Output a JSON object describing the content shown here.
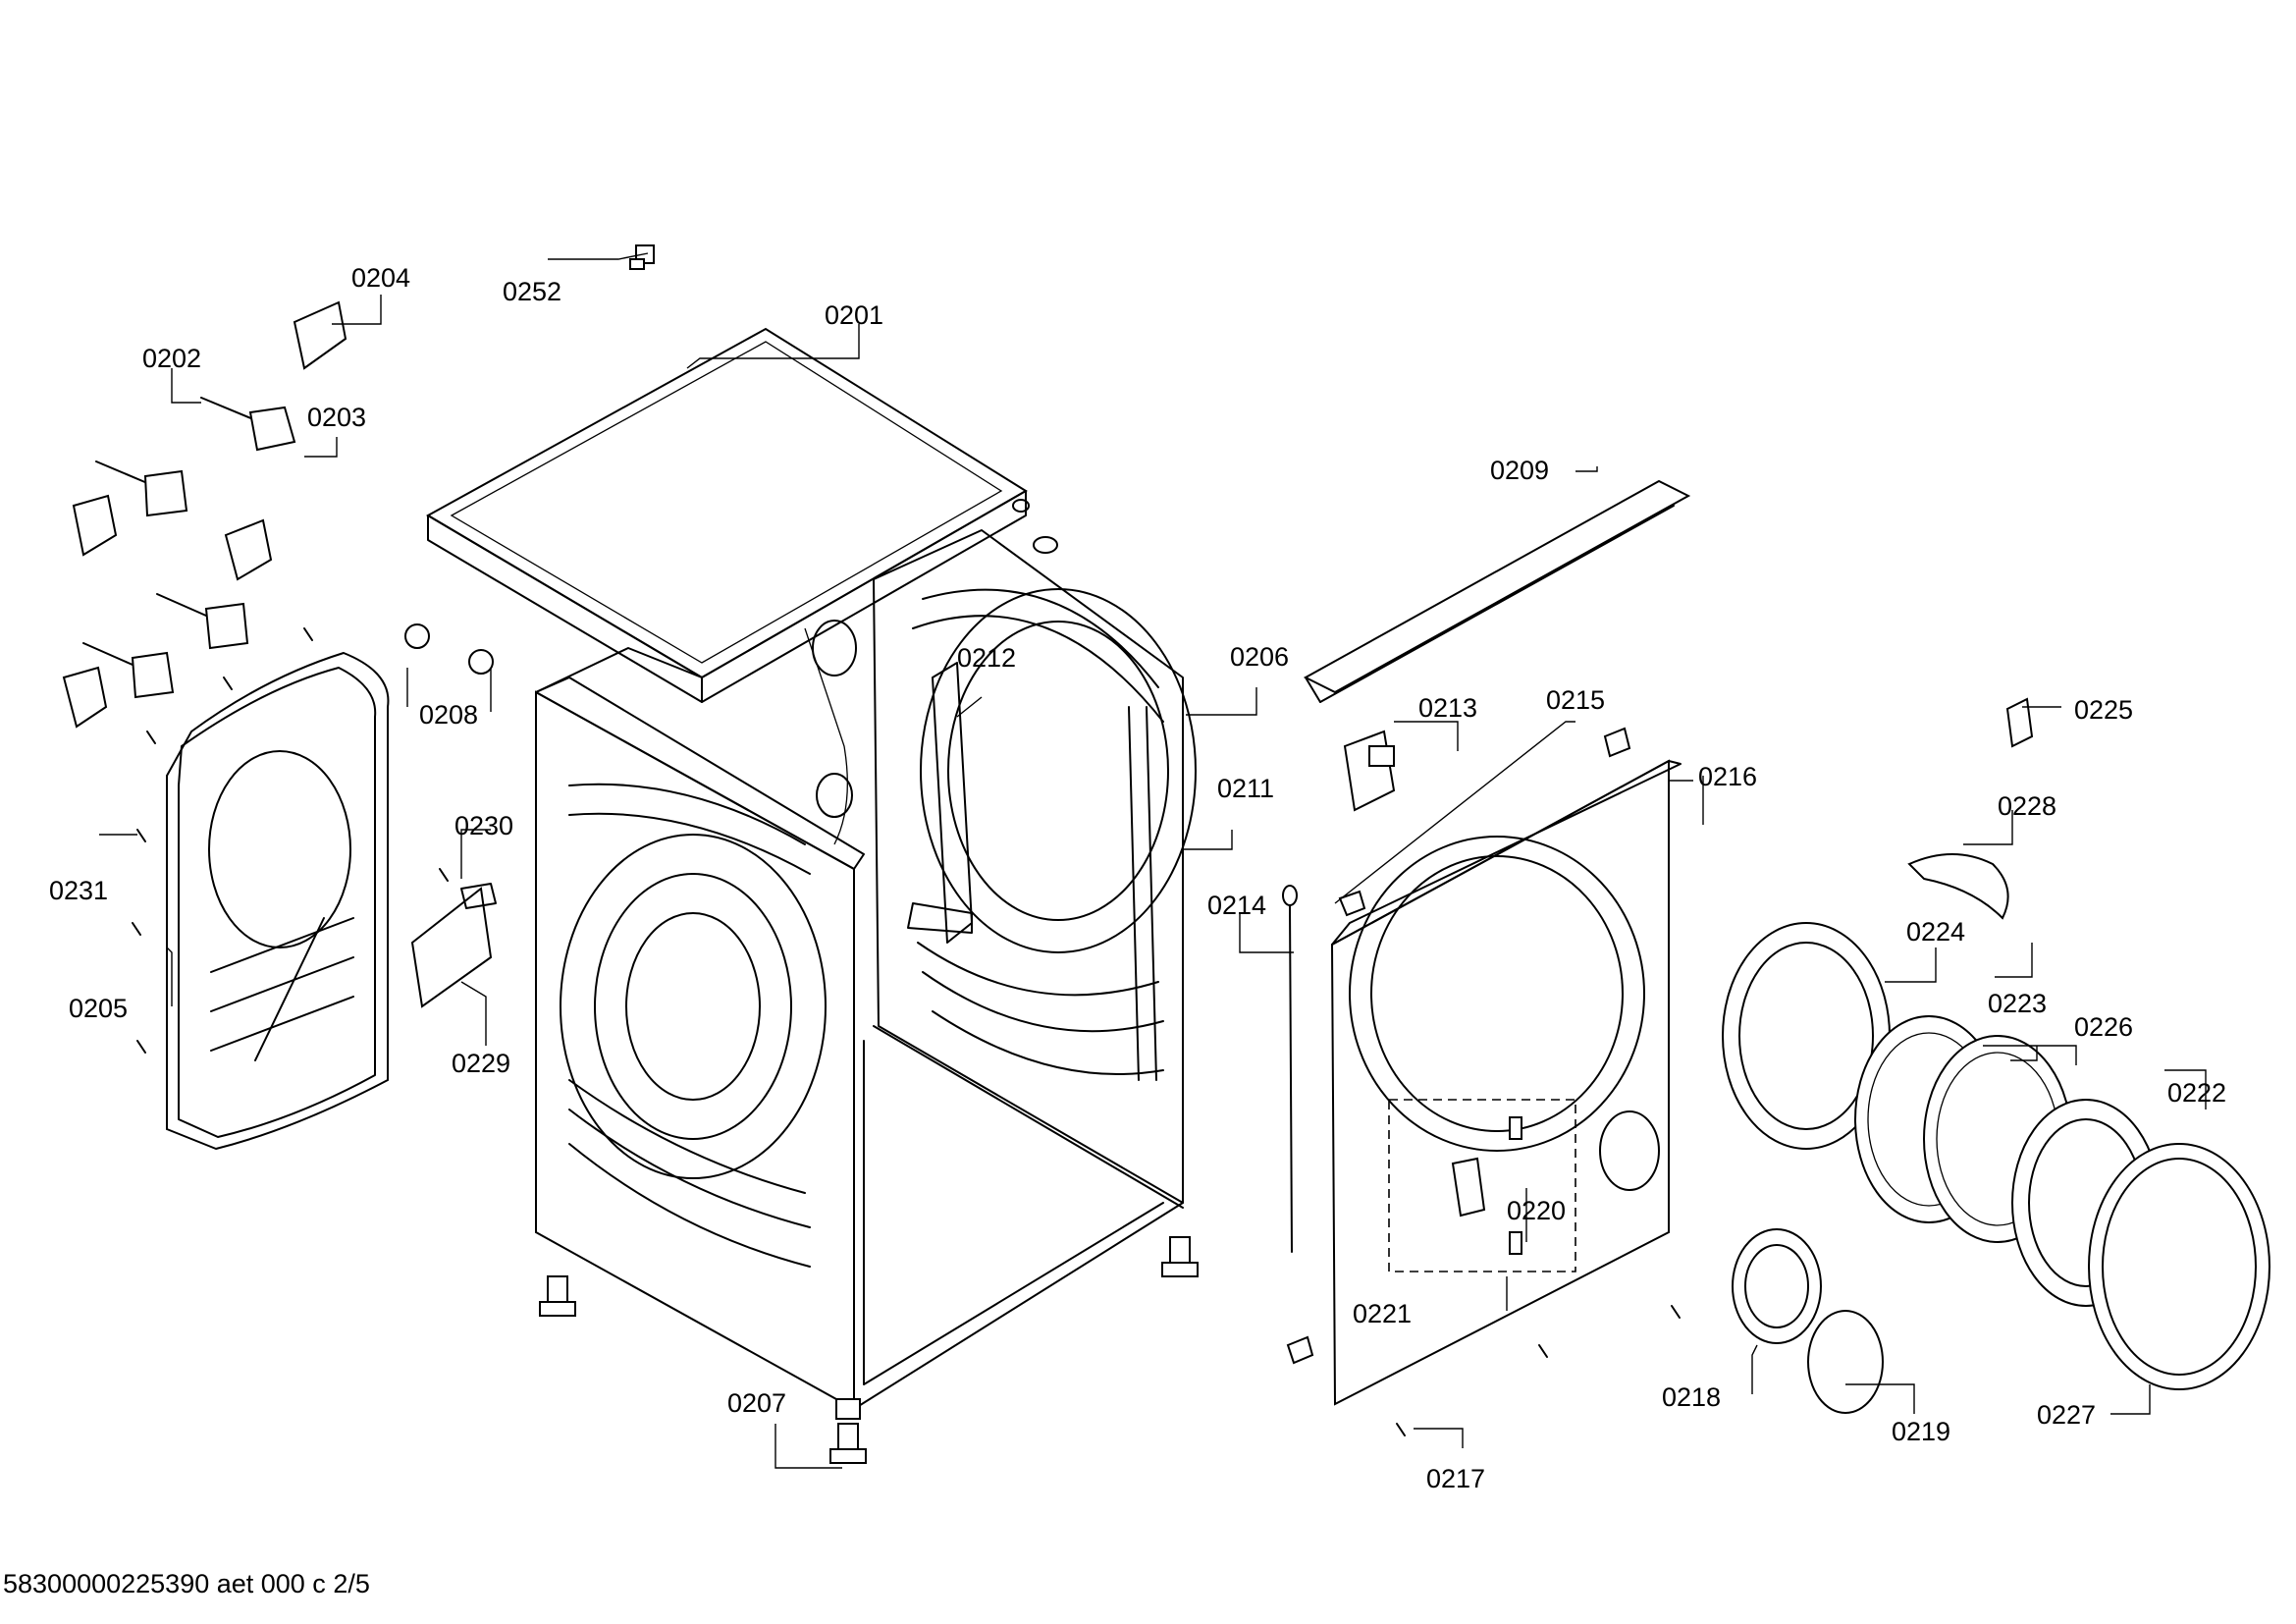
{
  "diagram": {
    "callouts": [
      "0201",
      "0202",
      "0203",
      "0204",
      "0205",
      "0206",
      "0207",
      "0208",
      "0209",
      "0211",
      "0212",
      "0213",
      "0214",
      "0215",
      "0216",
      "0217",
      "0218",
      "0219",
      "0220",
      "0221",
      "0222",
      "0223",
      "0224",
      "0225",
      "0226",
      "0227",
      "0228",
      "0229",
      "0230",
      "0231",
      "0252"
    ]
  },
  "footer": {
    "text": "58300000225390 aet 000 c 2/5"
  }
}
